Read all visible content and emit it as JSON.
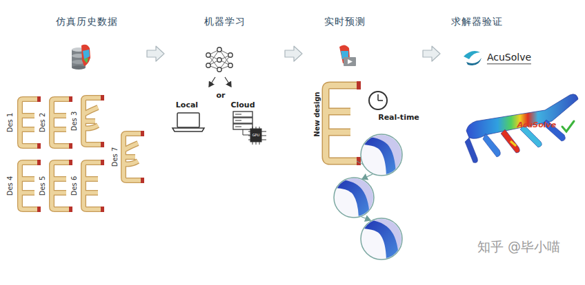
{
  "diagram": {
    "nodes": [
      {
        "text": [
          "仿真历史数据"
        ]
      },
      {
        "text": [
          "机器学习"
        ]
      },
      {
        "text": [
          "实时预测"
        ]
      },
      {
        "text": [
          "求解器验证"
        ]
      }
    ],
    "edges": [
      {
        "from": 0,
        "to": 1,
        "arrow": "to"
      },
      {
        "from": 1,
        "to": 2,
        "arrow": "to"
      },
      {
        "from": 2,
        "to": 3,
        "arrow": "to"
      }
    ],
    "labels": [
      "Des 1",
      "Des 2",
      "Des 3",
      "Des 4",
      "Des 5",
      "Des 6",
      "Des 7",
      "Local",
      "or",
      "Cloud",
      "GPU",
      "New design",
      "Real-time",
      "AcuSolve",
      "AcuSolve",
      "知乎 @毕小喵"
    ]
  }
}
